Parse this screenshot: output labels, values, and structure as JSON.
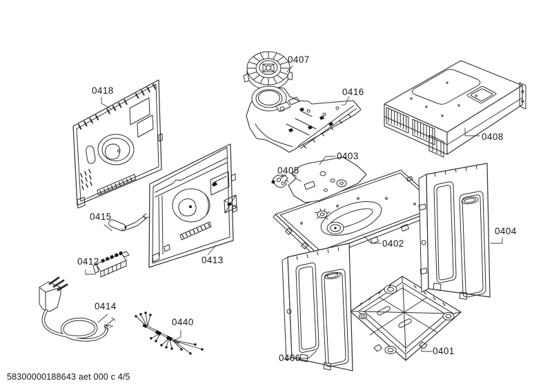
{
  "page": {
    "background_color": "#ffffff",
    "line_color": "#2b2b2b",
    "footer_code": "58300000188643 aet 000 c 4/5"
  },
  "diagram": {
    "type": "exploded-parts-diagram",
    "part_labels": {
      "p0401": "0401",
      "p0402": "0402",
      "p0403": "0403",
      "p0404": "0404",
      "p0405": "0405",
      "p0406": "0406",
      "p0407": "0407",
      "p0408": "0408",
      "p0412": "0412",
      "p0413": "0413",
      "p0414": "0414",
      "p0415": "0415",
      "p0416": "0416",
      "p0418": "0418",
      "p0440": "0440"
    }
  }
}
